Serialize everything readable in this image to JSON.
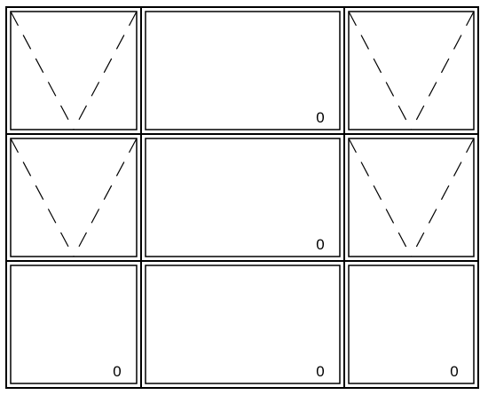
{
  "window_grid": {
    "rows": 3,
    "columns": 3,
    "line_color": "#000000",
    "background": "#ffffff",
    "panes": [
      {
        "row": 1,
        "column": 1,
        "opening": "top-hinged",
        "label": ""
      },
      {
        "row": 1,
        "column": 2,
        "opening": "fixed",
        "label": "0"
      },
      {
        "row": 1,
        "column": 3,
        "opening": "top-hinged",
        "label": ""
      },
      {
        "row": 2,
        "column": 1,
        "opening": "top-hinged",
        "label": ""
      },
      {
        "row": 2,
        "column": 2,
        "opening": "fixed",
        "label": "0"
      },
      {
        "row": 2,
        "column": 3,
        "opening": "top-hinged",
        "label": ""
      },
      {
        "row": 3,
        "column": 1,
        "opening": "fixed",
        "label": "0"
      },
      {
        "row": 3,
        "column": 2,
        "opening": "fixed",
        "label": "0"
      },
      {
        "row": 3,
        "column": 3,
        "opening": "fixed",
        "label": "0"
      }
    ]
  }
}
